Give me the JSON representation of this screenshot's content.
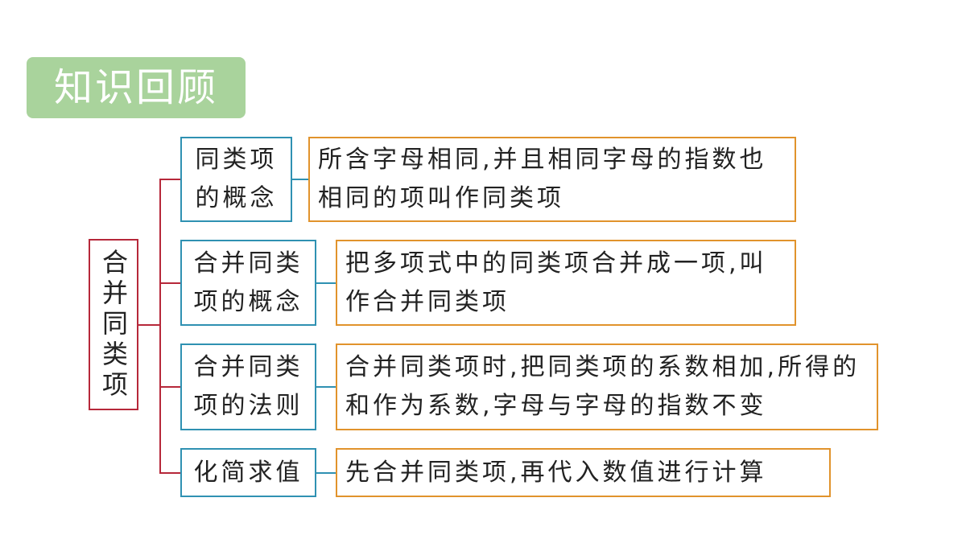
{
  "badge": {
    "title": "知识回顾"
  },
  "root": {
    "label": "合并同类项"
  },
  "branches": [
    {
      "term": "同类项的概念",
      "definition": "所含字母相同,并且相同字母的指数也相同的项叫作同类项"
    },
    {
      "term": "合并同类项的概念",
      "definition": "把多项式中的同类项合并成一项,叫作合并同类项"
    },
    {
      "term": "合并同类项的法则",
      "definition": "合并同类项时,把同类项的系数相加,所得的和作为系数,字母与字母的指数不变"
    },
    {
      "term": "化简求值",
      "definition": "先合并同类项,再代入数值进行计算"
    }
  ],
  "colors": {
    "badge_bg": "#a9d39c",
    "root_border": "#b6283a",
    "term_border": "#2f91b2",
    "definition_border": "#e1932c"
  }
}
